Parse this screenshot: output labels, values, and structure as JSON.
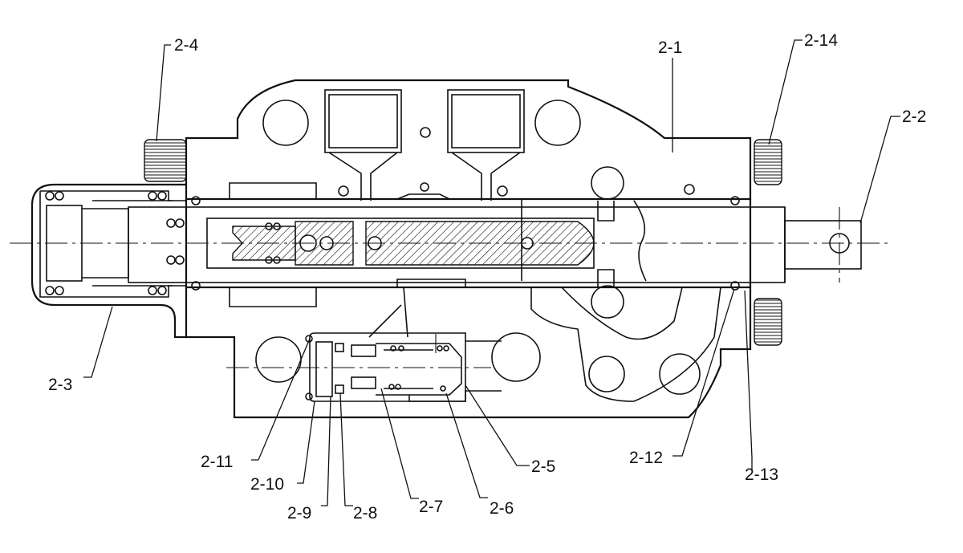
{
  "labels": {
    "l2_1": "2-1",
    "l2_2": "2-2",
    "l2_3": "2-3",
    "l2_4": "2-4",
    "l2_5": "2-5",
    "l2_6": "2-6",
    "l2_7": "2-7",
    "l2_8": "2-8",
    "l2_9": "2-9",
    "l2_10": "2-10",
    "l2_11": "2-11",
    "l2_12": "2-12",
    "l2_13": "2-13",
    "l2_14": "2-14"
  },
  "colors": {
    "ink": "#111111",
    "paper": "#ffffff"
  }
}
